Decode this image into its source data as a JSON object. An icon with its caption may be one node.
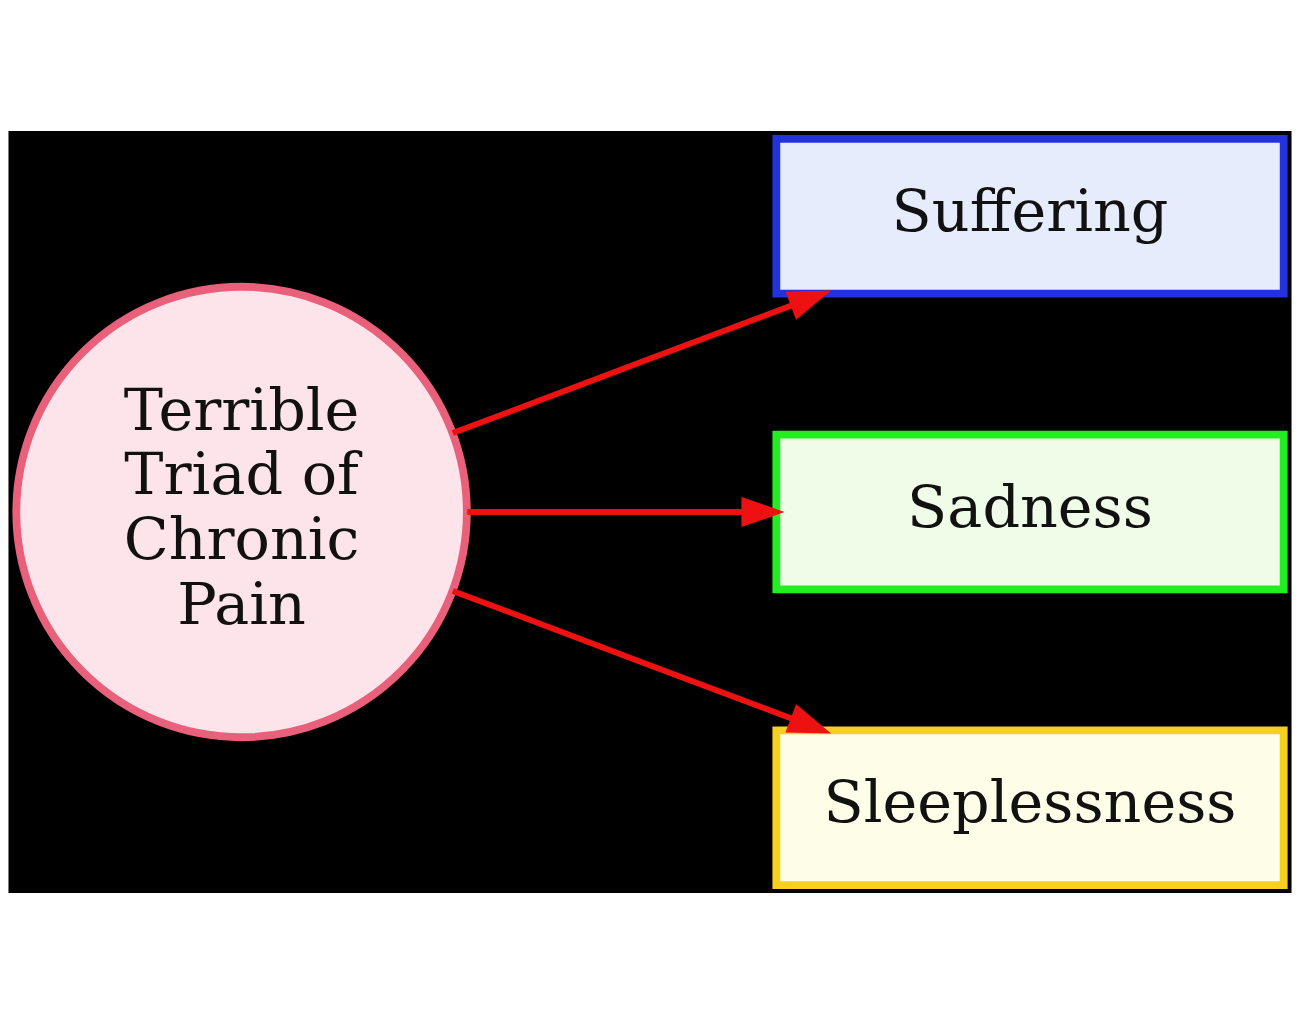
{
  "diagram": {
    "nodes": [
      {
        "text": [
          "Terrible Triad of Chronic Pain"
        ]
      },
      {
        "text": [
          "Suffering"
        ]
      },
      {
        "text": [
          "Sadness"
        ]
      },
      {
        "text": [
          "Sleeplessness"
        ]
      }
    ],
    "edges": [
      {
        "from": 0,
        "to": 1,
        "arrow": "to"
      },
      {
        "from": 0,
        "to": 2,
        "arrow": "to"
      },
      {
        "from": 0,
        "to": 3,
        "arrow": "to"
      }
    ]
  }
}
